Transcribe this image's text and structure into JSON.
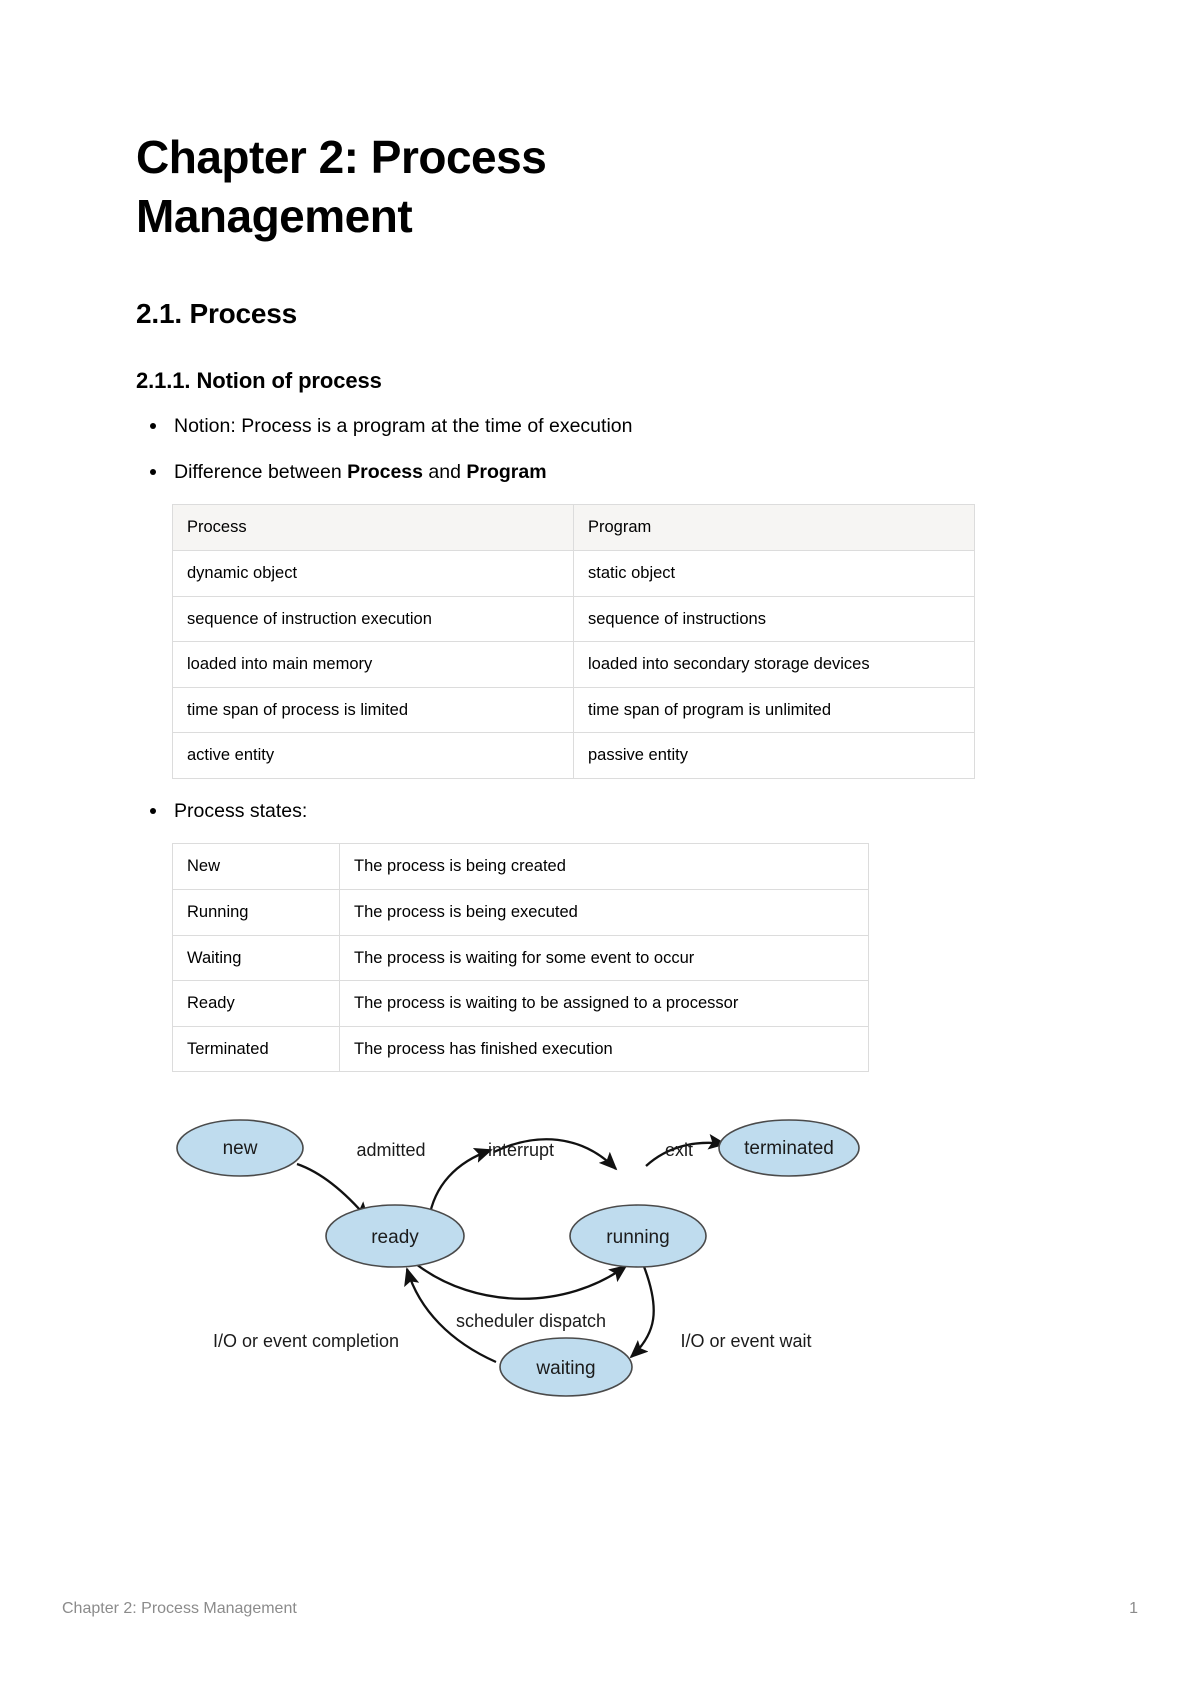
{
  "document": {
    "title": "Chapter 2: Process Management",
    "section": "2.1. Process",
    "subsection": "2.1.1. Notion of process"
  },
  "bullets": {
    "notion_prefix": "Notion: Process is a program at the time of execution",
    "difference_prefix": "Difference between ",
    "difference_bold1": "Process",
    "difference_mid": " and ",
    "difference_bold2": "Program",
    "process_states": "Process states:"
  },
  "comparison_table": {
    "headers": [
      "Process",
      "Program"
    ],
    "rows": [
      [
        "dynamic object",
        "static object"
      ],
      [
        "sequence of instruction execution",
        "sequence of instructions"
      ],
      [
        "loaded into main memory",
        "loaded into secondary storage devices"
      ],
      [
        "time span of process is limited",
        "time span of program is unlimited"
      ],
      [
        "active entity",
        "passive entity"
      ]
    ]
  },
  "states_table": {
    "rows": [
      [
        "New",
        "The process is being created"
      ],
      [
        "Running",
        "The process is being executed"
      ],
      [
        "Waiting",
        "The process is waiting for some event to occur"
      ],
      [
        "Ready",
        "The process is waiting to be assigned to a processor"
      ],
      [
        "Terminated",
        "The process has finished execution"
      ]
    ]
  },
  "diagram": {
    "node_fill": "#bfdcee",
    "node_stroke": "#4a4a4a",
    "nodes": {
      "new": "new",
      "ready": "ready",
      "running": "running",
      "terminated": "terminated",
      "waiting": "waiting"
    },
    "edge_labels": {
      "admitted": "admitted",
      "interrupt": "interrupt",
      "exit": "exit",
      "scheduler_dispatch": "scheduler dispatch",
      "io_event_completion": "I/O or event completion",
      "io_event_wait": "I/O or event wait"
    }
  },
  "footer": {
    "left": "Chapter 2: Process Management",
    "page_number": "1"
  }
}
